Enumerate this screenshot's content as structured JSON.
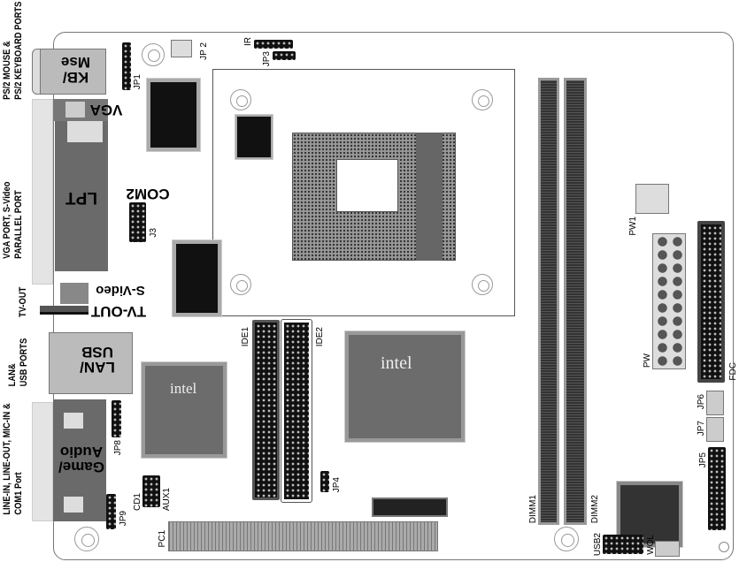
{
  "side_labels": {
    "ps2": [
      "PS/2 MOUSE &",
      "PS/2 KEYBOARD PORTS"
    ],
    "vga": [
      "VGA PORT, S-Video",
      "PARALLEL PORT"
    ],
    "tvout": "TV-OUT",
    "lan": [
      "LAN&",
      "USB PORTS"
    ],
    "audio": [
      "LINE-IN, LINE-OUT, MIC-IN &",
      "COM1 Port"
    ]
  },
  "connectors": {
    "kb": [
      "KB/",
      "Mse"
    ],
    "vga": "VGA",
    "lpt": "LPT",
    "com2": "COM2",
    "svideo": "S-Video",
    "tvout": "TV-OUT",
    "lan": [
      "LAN/",
      "USB"
    ],
    "game": [
      "Game/",
      "Audio"
    ]
  },
  "board_labels": {
    "jp1": "JP1",
    "jp2": "JP 2",
    "ir": "IR",
    "jp3": "JP3",
    "j3": "J3",
    "ide1": "IDE1",
    "ide2": "IDE2",
    "jp4": "JP4",
    "jp8": "JP8",
    "jp9": "JP9",
    "cd1": "CD1",
    "aux1": "AUX1",
    "pc1": "PC1",
    "dimm1": "DIMM1",
    "dimm2": "DIMM2",
    "usb2": "USB2",
    "wol": "WOL",
    "pw1": "PW1",
    "pw": "PW",
    "fdc": "FDC",
    "jp5": "JP5",
    "jp6": "JP6",
    "jp7": "JP7"
  },
  "chip_brand": "intel"
}
